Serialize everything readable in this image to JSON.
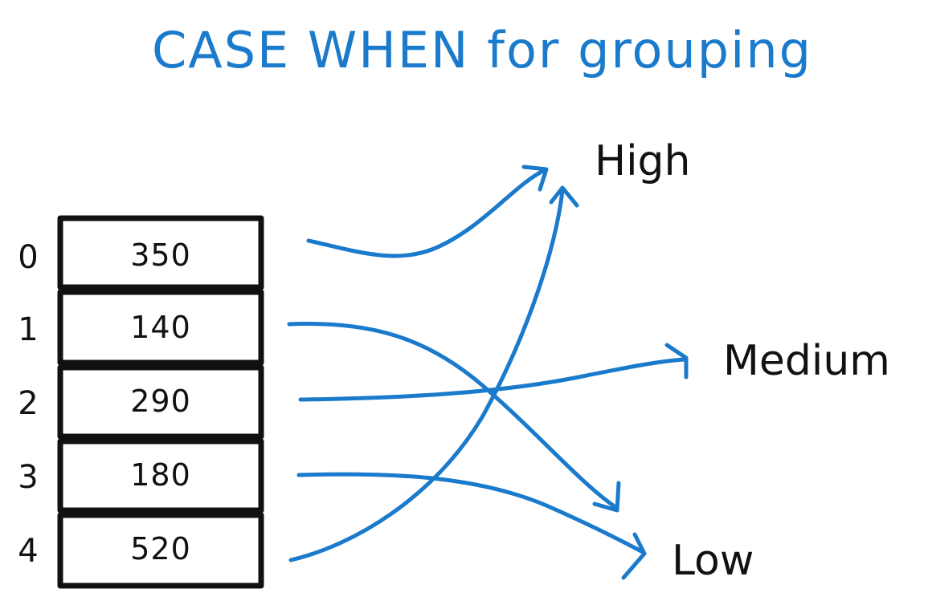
{
  "title": "CASE WHEN for grouping",
  "colors": {
    "accent": "#1a7acb",
    "ink": "#111111",
    "background": "#ffffff"
  },
  "rows": [
    {
      "index": "0",
      "value": "350",
      "group": "High"
    },
    {
      "index": "1",
      "value": "140",
      "group": "Low"
    },
    {
      "index": "2",
      "value": "290",
      "group": "Medium"
    },
    {
      "index": "3",
      "value": "180",
      "group": "Low"
    },
    {
      "index": "4",
      "value": "520",
      "group": "High"
    }
  ],
  "categories": {
    "high": "High",
    "medium": "Medium",
    "low": "Low"
  }
}
